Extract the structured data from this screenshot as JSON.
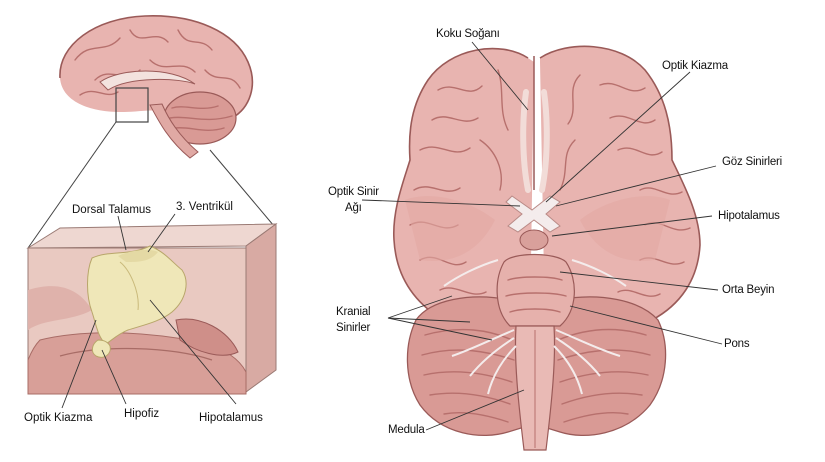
{
  "labels": {
    "dorsal_talamus": "Dorsal Talamus",
    "ventrikul": "3. Ventrikül",
    "optik_kiazma_left": "Optik Kiazma",
    "hipofiz": "Hipofiz",
    "hipotalamus_left": "Hipotalamus",
    "koku_sogani": "Koku Soğanı",
    "optik_kiazma_right": "Optik Kiazma",
    "goz_sinirleri": "Göz Sinirleri",
    "optik_sinir_agi_line1": "Optik Sinir",
    "optik_sinir_agi_line2": "Ağı",
    "hipotalamus_right": "Hipotalamus",
    "kranial_sinirler_line1": "Kranial",
    "kranial_sinirler_line2": "Sinirler",
    "orta_beyin": "Orta Beyin",
    "pons": "Pons",
    "medula": "Medula"
  },
  "colors": {
    "brain": "#e8b4b0",
    "brain_dark": "#b7706d",
    "tissue_block": "#e9c9c1",
    "hypothalamus_region": "#efe7b8",
    "cerebellum": "#d99a95"
  }
}
